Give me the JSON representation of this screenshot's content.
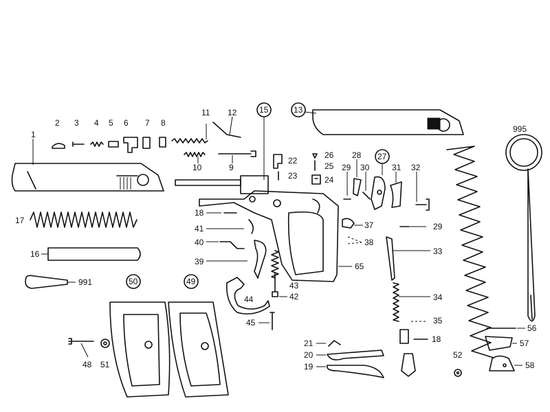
{
  "callouts": [
    {
      "id": "1",
      "text": "1"
    },
    {
      "id": "2",
      "text": "2"
    },
    {
      "id": "3",
      "text": "3"
    },
    {
      "id": "4",
      "text": "4"
    },
    {
      "id": "5",
      "text": "5"
    },
    {
      "id": "6",
      "text": "6"
    },
    {
      "id": "7",
      "text": "7"
    },
    {
      "id": "8",
      "text": "8"
    },
    {
      "id": "9",
      "text": "9"
    },
    {
      "id": "10",
      "text": "10"
    },
    {
      "id": "11",
      "text": "11"
    },
    {
      "id": "12",
      "text": "12"
    },
    {
      "id": "13",
      "text": "13"
    },
    {
      "id": "15",
      "text": "15"
    },
    {
      "id": "16",
      "text": "16"
    },
    {
      "id": "17",
      "text": "17"
    },
    {
      "id": "18a",
      "text": "18"
    },
    {
      "id": "18b",
      "text": "18"
    },
    {
      "id": "19",
      "text": "19"
    },
    {
      "id": "20",
      "text": "20"
    },
    {
      "id": "21",
      "text": "21"
    },
    {
      "id": "22",
      "text": "22"
    },
    {
      "id": "23",
      "text": "23"
    },
    {
      "id": "24",
      "text": "24"
    },
    {
      "id": "25",
      "text": "25"
    },
    {
      "id": "26",
      "text": "26"
    },
    {
      "id": "27",
      "text": "27"
    },
    {
      "id": "28",
      "text": "28"
    },
    {
      "id": "29a",
      "text": "29"
    },
    {
      "id": "29b",
      "text": "29"
    },
    {
      "id": "30",
      "text": "30"
    },
    {
      "id": "31",
      "text": "31"
    },
    {
      "id": "32",
      "text": "32"
    },
    {
      "id": "33",
      "text": "33"
    },
    {
      "id": "34",
      "text": "34"
    },
    {
      "id": "35",
      "text": "35"
    },
    {
      "id": "37",
      "text": "37"
    },
    {
      "id": "38",
      "text": "38"
    },
    {
      "id": "39",
      "text": "39"
    },
    {
      "id": "40",
      "text": "40"
    },
    {
      "id": "41",
      "text": "41"
    },
    {
      "id": "42",
      "text": "42"
    },
    {
      "id": "43",
      "text": "43"
    },
    {
      "id": "44",
      "text": "44"
    },
    {
      "id": "45",
      "text": "45"
    },
    {
      "id": "48",
      "text": "48"
    },
    {
      "id": "49",
      "text": "49"
    },
    {
      "id": "50",
      "text": "50"
    },
    {
      "id": "51",
      "text": "51"
    },
    {
      "id": "52",
      "text": "52"
    },
    {
      "id": "56",
      "text": "56"
    },
    {
      "id": "57",
      "text": "57"
    },
    {
      "id": "58",
      "text": "58"
    },
    {
      "id": "65",
      "text": "65"
    },
    {
      "id": "991",
      "text": "991"
    },
    {
      "id": "995",
      "text": "995"
    }
  ]
}
